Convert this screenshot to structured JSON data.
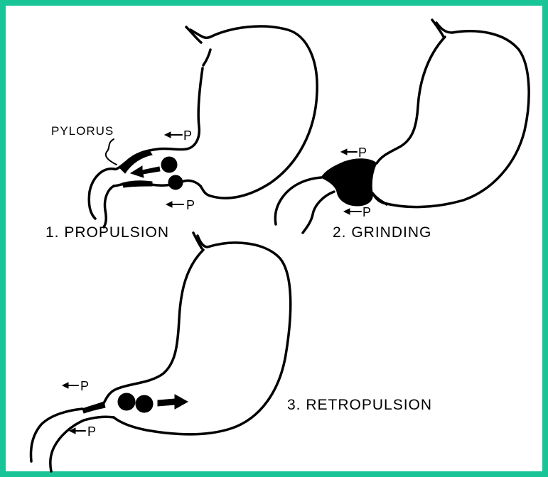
{
  "frame_color": "#19c497",
  "labels": {
    "pylorus": "PYLORUS",
    "pressure": "P",
    "panel1_caption": "1.  PROPULSION",
    "panel2_caption": "2.  GRINDING",
    "panel3_caption": "3.  RETROPULSION"
  }
}
